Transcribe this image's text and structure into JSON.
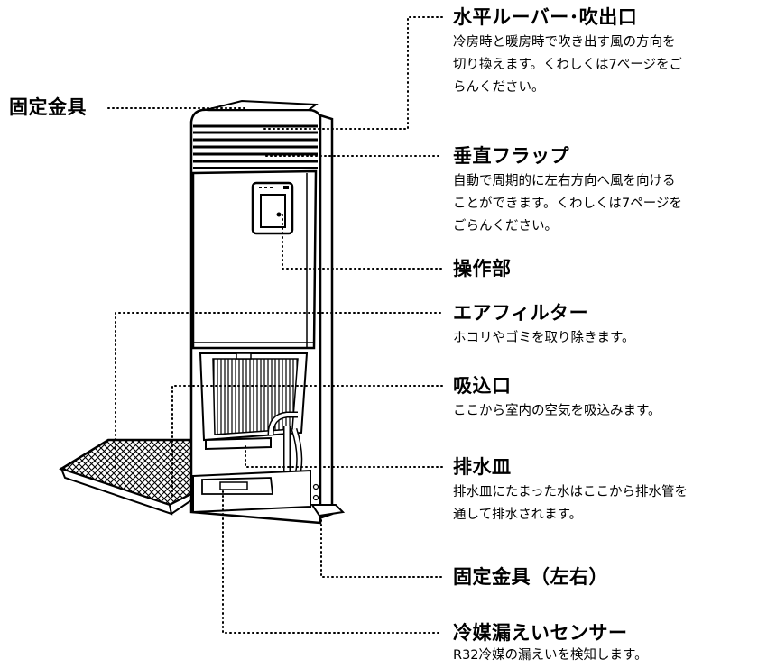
{
  "labels": {
    "louver": {
      "title": "水平ルーバー･吹出口",
      "desc": [
        "冷房時と暖房時で吹き出す風の方向を",
        "切り換えます。くわしくは7ページをご",
        "らんください。"
      ]
    },
    "fixing_top": {
      "title": "固定金具"
    },
    "vertical_flap": {
      "title": "垂直フラップ",
      "desc": [
        "自動で周期的に左右方向へ風を向ける",
        "ことができます。くわしくは7ページを",
        "ごらんください。"
      ]
    },
    "control": {
      "title": "操作部"
    },
    "air_filter": {
      "title": "エアフィルター",
      "desc": [
        "ホコリやゴミを取り除きます。"
      ]
    },
    "intake": {
      "title": "吸込口",
      "desc": [
        "ここから室内の空気を吸込みます。"
      ]
    },
    "drain_pan": {
      "title": "排水皿",
      "desc": [
        "排水皿にたまった水はここから排水管を",
        "通して排水されます。"
      ]
    },
    "fixing_side": {
      "title": "固定金具（左右）"
    },
    "refrigerant_sensor": {
      "title": "冷媒漏えいセンサー",
      "desc": [
        "R32冷媒の漏えいを検知します。"
      ]
    }
  }
}
